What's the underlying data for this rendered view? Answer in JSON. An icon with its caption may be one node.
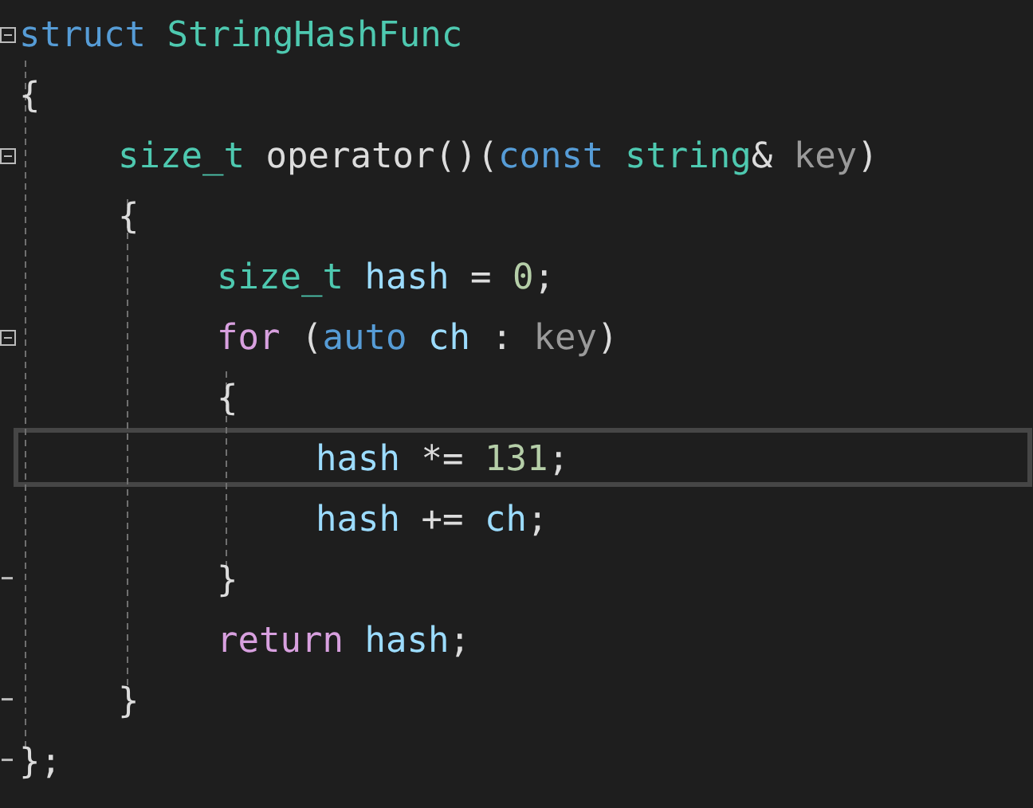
{
  "diagram": {
    "labels": [
      "struct StringHashFunc",
      "{",
      "size_t operator()(const string& key)",
      "{",
      "size_t hash = 0;",
      "for (auto ch : key)",
      "{",
      "hash *= 131;",
      "hash += ch;",
      "}",
      "return hash;",
      "}",
      "};"
    ]
  }
}
